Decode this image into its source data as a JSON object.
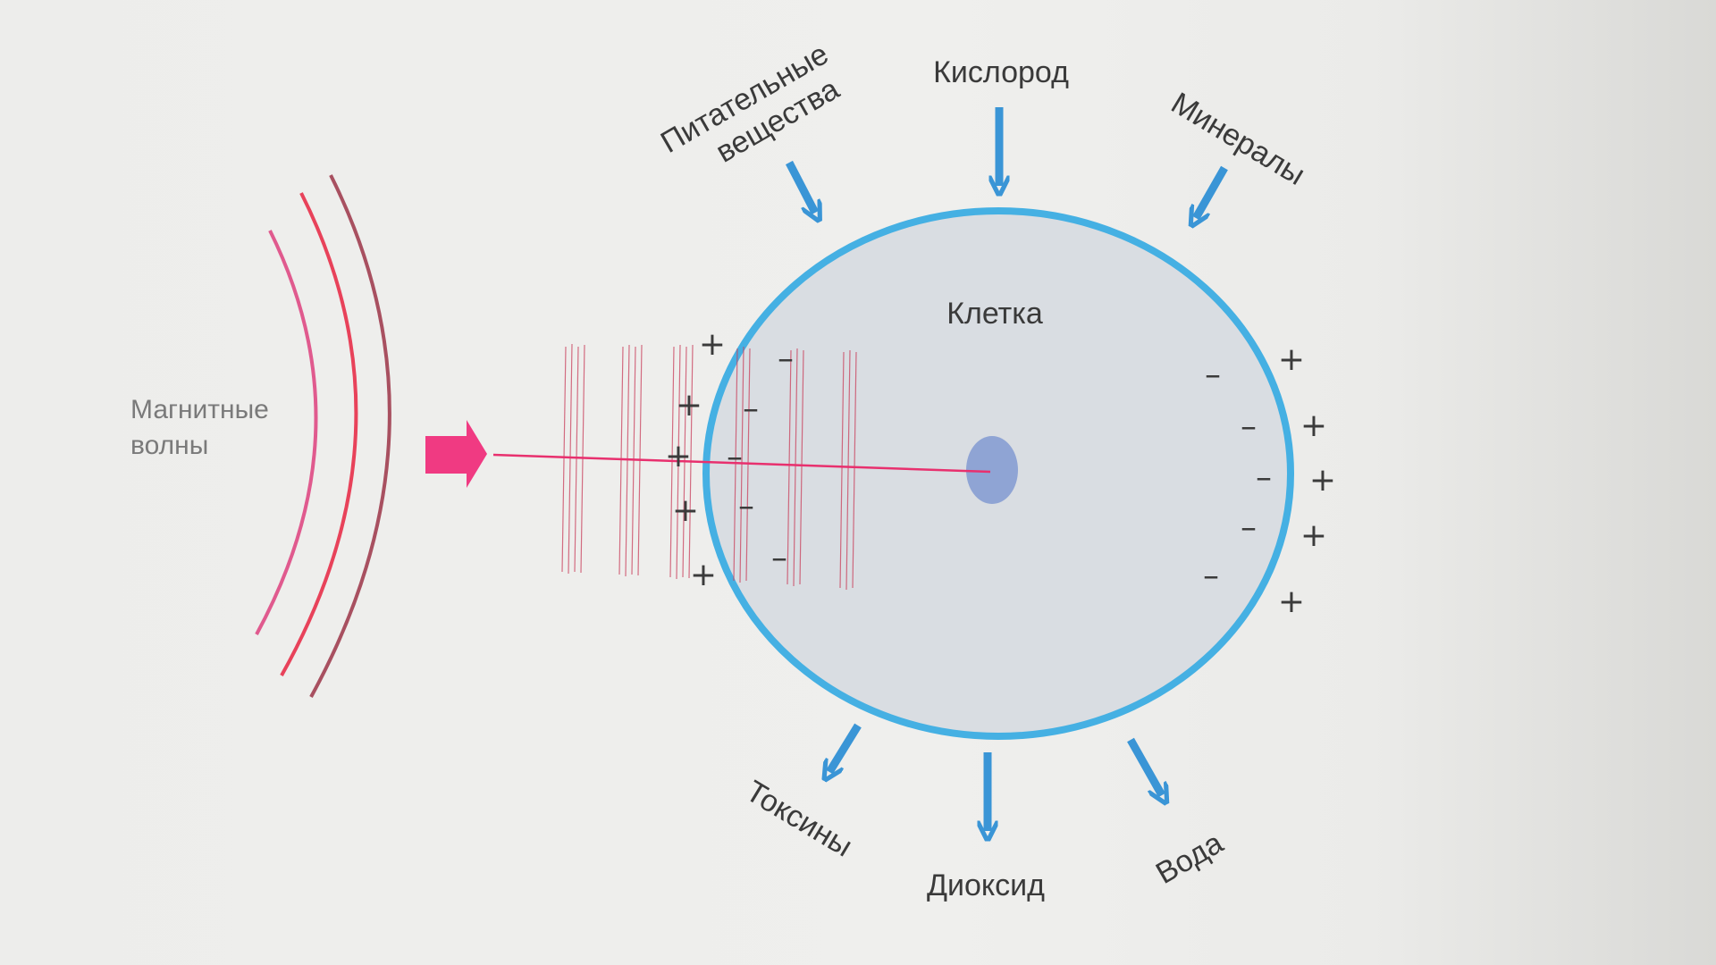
{
  "labels": {
    "cell": "Клетка",
    "magnetic_waves": [
      "Магнитные",
      "волны"
    ],
    "nutrients": [
      "Питательные",
      "вещества"
    ],
    "oxygen": "Кислород",
    "minerals": "Минералы",
    "toxins": "Токсины",
    "dioxide": "Диоксид",
    "water": "Вода"
  },
  "signs": {
    "plus": "+",
    "minus": "–"
  },
  "colors": {
    "membrane": "#45b0e3",
    "cell_fill": "#d9dde2",
    "nucleus": "#8fa4d4",
    "arrow": "#3a95d6",
    "wave_arrow": "#f03a82",
    "beam": "#e8306e",
    "field_lines": "#c9405c",
    "waves": [
      "#e05a8e",
      "#e8425a",
      "#a85060"
    ]
  }
}
